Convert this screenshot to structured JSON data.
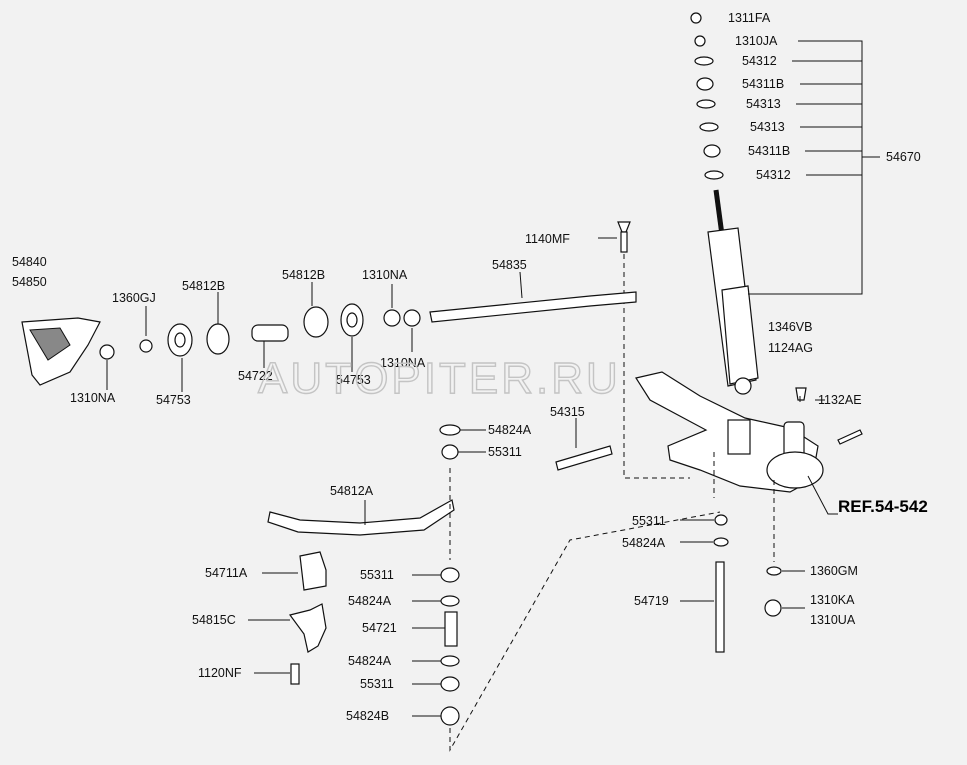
{
  "labels": {
    "l_1311FA": "1311FA",
    "l_1310JA": "1310JA",
    "l_54312a": "54312",
    "l_54311Ba": "54311B",
    "l_54313a": "54313",
    "l_54313b": "54313",
    "l_54311Bb": "54311B",
    "l_54312b": "54312",
    "l_54670": "54670",
    "l_1140MF": "1140MF",
    "l_54835": "54835",
    "l_54840": "54840",
    "l_54850": "54850",
    "l_1360GJ": "1360GJ",
    "l_54812B_1": "54812B",
    "l_54812B_2": "54812B",
    "l_1310NA_1": "1310NA",
    "l_1310NA_2": "1310NA",
    "l_1310NA_3": "1310NA",
    "l_54753_1": "54753",
    "l_54753_2": "54753",
    "l_54722": "54722",
    "l_1346VB": "1346VB",
    "l_1124AG": "1124AG",
    "l_1132AE": "1132AE",
    "l_54315": "54315",
    "l_54824A_1": "54824A",
    "l_55311_1": "55311",
    "l_54812A": "54812A",
    "l_REF": "REF.54-542",
    "l_55311_2": "55311",
    "l_54824A_2": "54824A",
    "l_54711A": "54711A",
    "l_55311_3": "55311",
    "l_54824A_3": "54824A",
    "l_1360GM": "1360GM",
    "l_54719": "54719",
    "l_1310KA": "1310KA",
    "l_1310UA": "1310UA",
    "l_54815C": "54815C",
    "l_54721": "54721",
    "l_54824A_4": "54824A",
    "l_1120NF": "1120NF",
    "l_55311_4": "55311",
    "l_54824B": "54824B"
  },
  "watermark": "AUTOPITER.RU"
}
